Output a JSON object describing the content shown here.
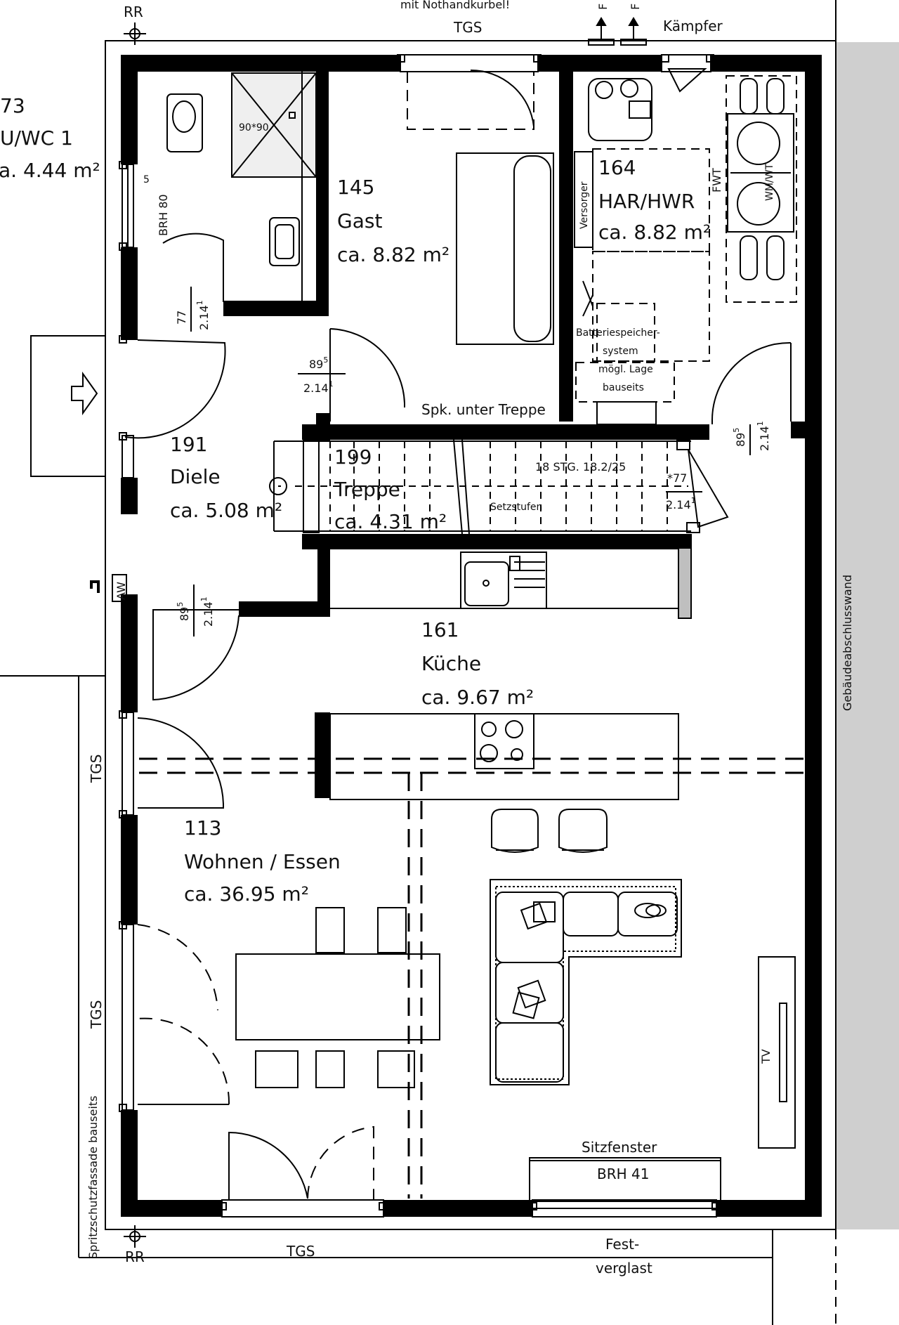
{
  "rooms": {
    "bad": {
      "number": "73",
      "name": "U/WC 1",
      "area": "a. 4.44 m²"
    },
    "gast": {
      "number": "145",
      "name": "Gast",
      "area": "ca. 8.82 m²"
    },
    "har": {
      "number": "164",
      "name": "HAR/HWR",
      "area": "ca. 8.82 m²"
    },
    "diele": {
      "number": "191",
      "name": "Diele",
      "area": "ca. 5.08 m²"
    },
    "treppe": {
      "number": "199",
      "name": "Treppe",
      "area": "ca. 4.31 m²"
    },
    "kueche": {
      "number": "161",
      "name": "Küche",
      "area": "ca. 9.67 m²"
    },
    "wohnen": {
      "number": "113",
      "name": "Wohnen / Essen",
      "area": "ca. 36.95 m²"
    }
  },
  "annotations": {
    "rr_top": "RR",
    "rr_bottom": "RR",
    "nothandkurbel": "mit Nothandkurbel!",
    "tgs_top": "TGS",
    "tgs_bottom": "TGS",
    "tgs_left_1": "TGS",
    "tgs_left_2": "TGS",
    "kaempfer": "Kämpfer",
    "f1": "F",
    "f2": "F",
    "fwt": "FWT",
    "versorger": "Versorger",
    "wmwt": "WM/WT",
    "shower": "90*90",
    "brh80": "BRH 80",
    "brh80_sup": "5",
    "spk": "Spk. unter Treppe",
    "battery": [
      "Batteriespeicher-",
      "system",
      "mögl. Lage",
      "bauseits"
    ],
    "stairs": "18 STG. 18.2/25",
    "setzstufen": "Setzstufen",
    "aw": "AW",
    "tv": "TV",
    "sitzfenster": "Sitzfenster",
    "brh41": "BRH 41",
    "festverglast": [
      "Fest-",
      "verglast"
    ],
    "gebaeude": "Gebäudeabschlusswand",
    "spritzschutz": "Spritzschutzfassade bauseits"
  },
  "doors": {
    "d_bad": {
      "w": "77",
      "h": "2.14",
      "sup": "1"
    },
    "d_gast": {
      "w": "89",
      "wsup": "5",
      "h": "2.14",
      "hsup": "1"
    },
    "d_har": {
      "w": "89",
      "wsup": "5",
      "h": "2.14",
      "hsup": "1"
    },
    "d_diele": {
      "w": "89",
      "wsup": "5",
      "h": "2.14",
      "hsup": "1"
    },
    "d_stair": {
      "w": "*77",
      "h": "2.14",
      "hsup": "1"
    }
  }
}
